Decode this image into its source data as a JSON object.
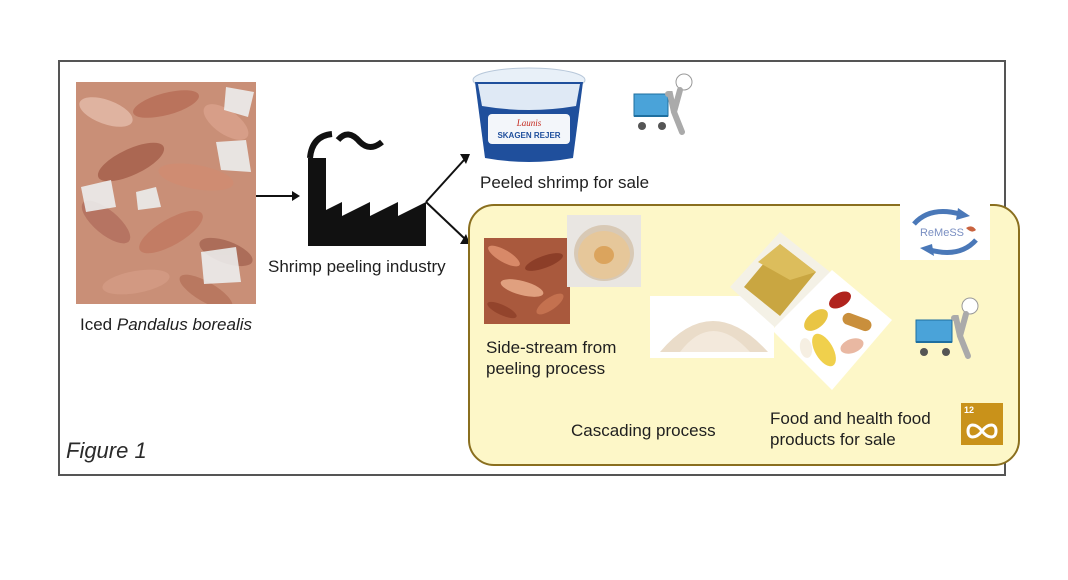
{
  "figure_label": "Figure 1",
  "raw_material": {
    "label_prefix": "Iced ",
    "label_species": "Pandalus borealis"
  },
  "industry": {
    "label": "Shrimp peeling industry"
  },
  "product_main": {
    "label": "Peeled shrimp for sale",
    "tub_brand": "Launis",
    "tub_product": "SKAGEN REJER"
  },
  "side_stream": {
    "label_line1": "Side-stream from",
    "label_line2": "peeling process"
  },
  "cascade": {
    "label": "Cascading process"
  },
  "health_products": {
    "label_line1": "Food and health food",
    "label_line2": "products for sale"
  },
  "logos": {
    "remess": "ReMeSS",
    "sdg_number": "12"
  },
  "colors": {
    "frame": "#555555",
    "yellow_fill": "#fdf7c8",
    "yellow_border": "#8a6f1f",
    "factory": "#111111",
    "sdg": "#c9921a"
  }
}
